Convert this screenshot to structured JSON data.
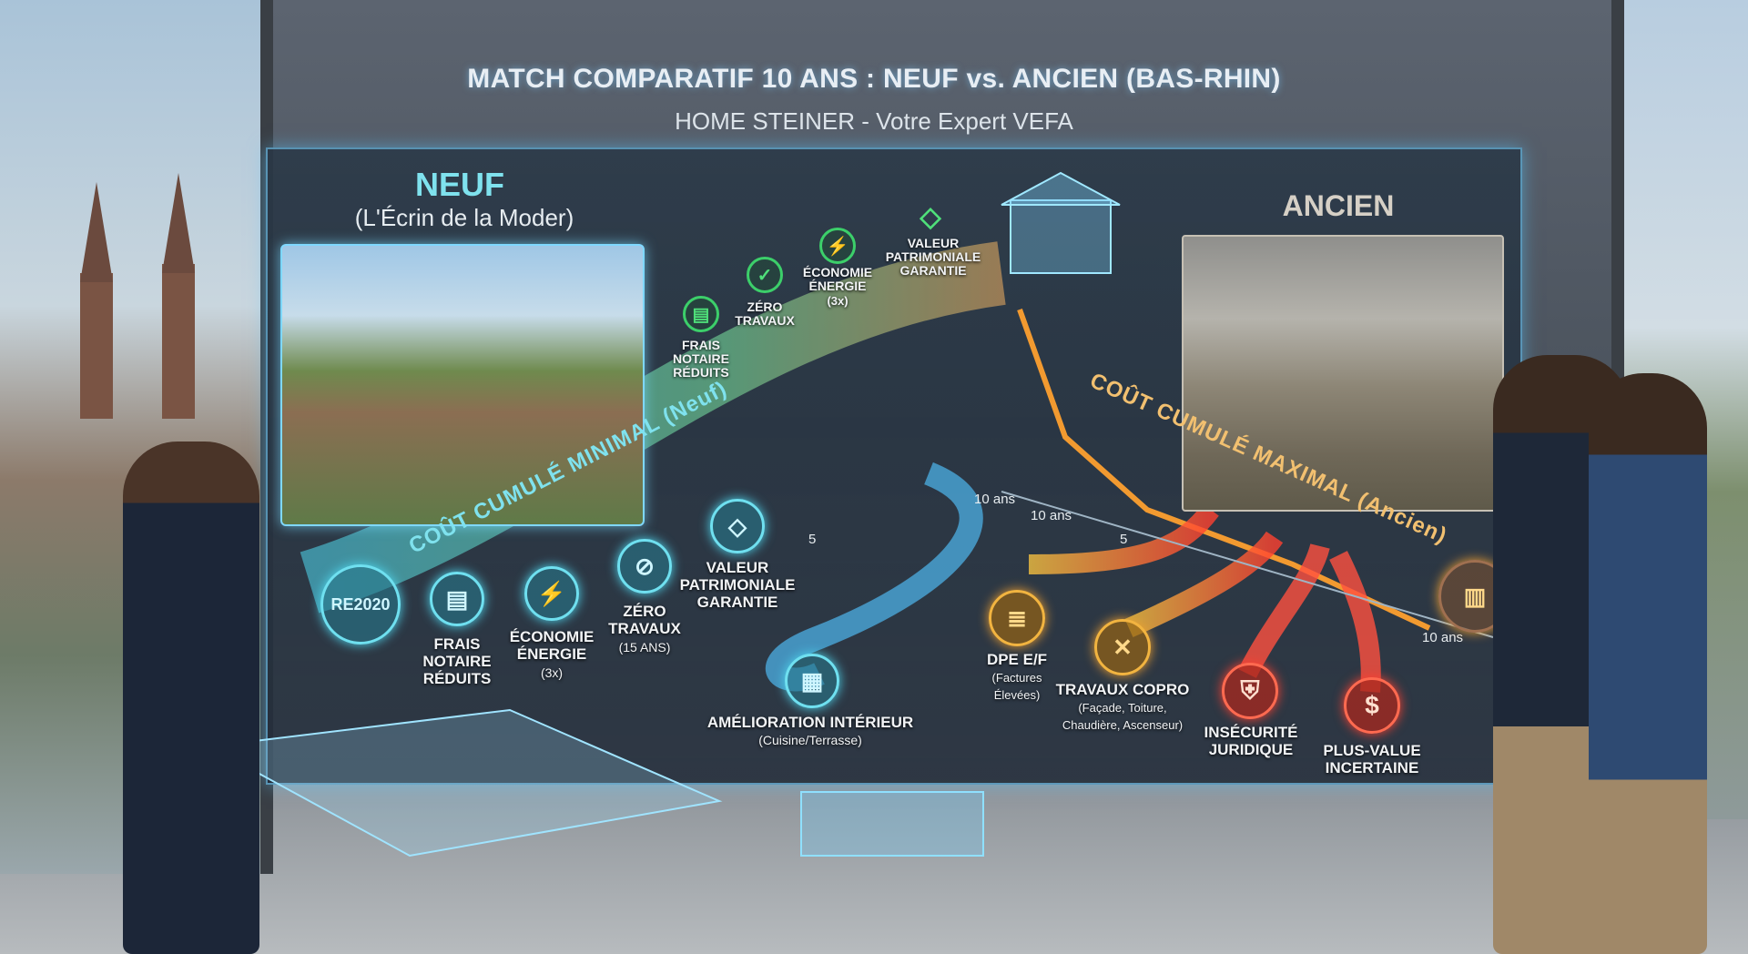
{
  "header": {
    "title": "MATCH COMPARATIF 10 ANS : NEUF vs. ANCIEN (BAS-RHIN)",
    "subtitle": "HOME STEINER - Votre Expert VEFA"
  },
  "neuf": {
    "title": "NEUF",
    "subtitle": "(L'Écrin de la Moder)",
    "curve_label": "COÛT CUMULÉ MINIMAL (Neuf)",
    "top_benefits": [
      {
        "icon": "document-icon",
        "label": "FRAIS NOTAIRE RÉDUITS"
      },
      {
        "icon": "check-badge-icon",
        "label": "ZÉRO TRAVAUX"
      },
      {
        "icon": "lightning-icon",
        "label": "ÉCONOMIE ÉNERGIE",
        "note": "(3x)"
      },
      {
        "icon": "diamond-icon",
        "label": "VALEUR PATRIMONIALE GARANTIE"
      }
    ],
    "badge": "RE2020",
    "bottom_benefits": [
      {
        "icon": "document-icon",
        "label": "FRAIS NOTAIRE RÉDUITS"
      },
      {
        "icon": "lightning-icon",
        "label": "ÉCONOMIE ÉNERGIE",
        "note": "(3x)"
      },
      {
        "icon": "no-entry-icon",
        "label": "ZÉRO TRAVAUX",
        "note": "(15 ANS)"
      },
      {
        "icon": "diamond-icon",
        "label": "VALEUR PATRIMONIALE GARANTIE"
      },
      {
        "icon": "kitchen-icon",
        "label": "AMÉLIORATION INTÉRIEUR",
        "note": "(Cuisine/Terrasse)"
      }
    ]
  },
  "ancien": {
    "title": "ANCIEN",
    "curve_label": "COÛT CUMULÉ MAXIMAL (Ancien)",
    "costs": [
      {
        "icon": "energy-rating-icon",
        "label": "DPE E/F",
        "note": "(Factures Élevées)"
      },
      {
        "icon": "tools-icon",
        "label": "TRAVAUX COPRO",
        "note": "(Façade, Toiture, Chaudière, Ascenseur)"
      },
      {
        "icon": "shield-icon",
        "label": "INSÉCURITÉ JURIDIQUE"
      },
      {
        "icon": "dollar-icon",
        "label": "PLUS-VALUE INCERTAINE"
      }
    ]
  },
  "axis": {
    "ten_years": "10 ans",
    "five": "5"
  },
  "colors": {
    "neuf": "#6fe0f0",
    "ancien": "#f2a030",
    "risk": "#ff5040",
    "panel_border": "#78d2ff"
  }
}
